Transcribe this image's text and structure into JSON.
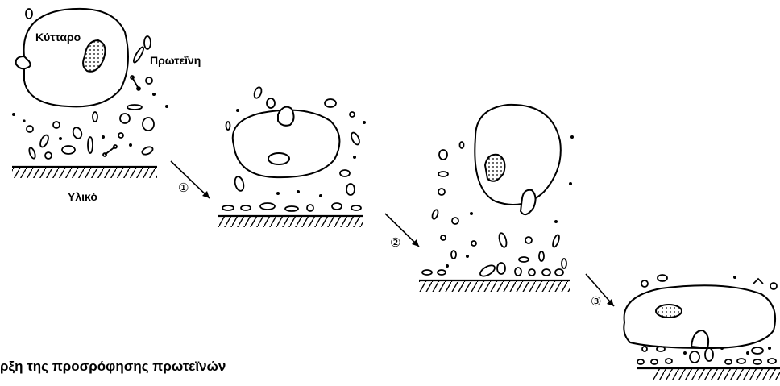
{
  "labels": {
    "cell": "Κύτταρο",
    "protein": "Πρωτεΐνη",
    "material": "Υλικό",
    "caption": "ρξη της προσρόφησης πρωτεϊνών"
  },
  "steps": [
    "①",
    "②",
    "③"
  ]
}
